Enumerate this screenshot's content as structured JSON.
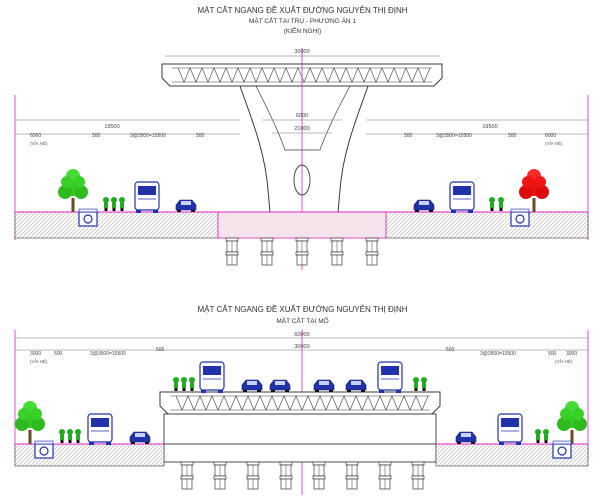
{
  "section_1": {
    "title": "MẶT CẮT NGANG ĐỀ XUẤT ĐƯỜNG  NGUYỄN THỊ ĐỊNH",
    "subtitle": "MẶT CẮT TẠI TRỤ - PHƯƠNG ÁN 1",
    "note": "(KIẾN NGHỊ)",
    "dims": {
      "total_width": "30000",
      "pier_top": "6000",
      "pier_inner": "21000",
      "half_left": "19500",
      "half_right": "19500",
      "sidewalk_left": "6000",
      "sidewalk_right": "6000",
      "strip": "500",
      "lanes": "3@3500=10500",
      "sidewalk_tag": "(VỈA HÈ)"
    }
  },
  "section_2": {
    "title": "MẶT CẮT NGANG ĐỀ XUẤT ĐƯỜNG  NGUYỄN THỊ ĐỊNH",
    "subtitle": "MẶT CẮT TẠI MỐ",
    "dims": {
      "total_width": "30000",
      "top": "60000",
      "sidewalk_left": "3000",
      "sidewalk_right": "3000",
      "strip": "500",
      "lanes": "3@3500=10500",
      "sidewalk_tag": "(VỈA HÈ)"
    }
  },
  "colors": {
    "line": "#3a3a3a",
    "dim": "#777777",
    "red": "#cc0000",
    "magenta": "#e020c0",
    "pink_fill": "#f6e4ec",
    "tree_green": "#33cc22",
    "tree_red": "#ee1111",
    "vehicle": "#2233aa"
  }
}
